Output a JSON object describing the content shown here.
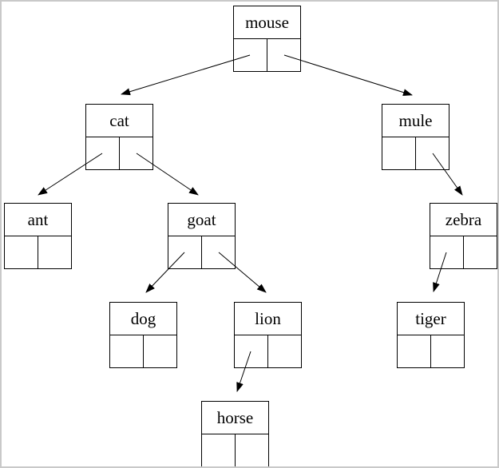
{
  "diagram": {
    "type": "binary-tree",
    "nodes": [
      {
        "id": "mouse",
        "label": "mouse"
      },
      {
        "id": "cat",
        "label": "cat"
      },
      {
        "id": "mule",
        "label": "mule"
      },
      {
        "id": "ant",
        "label": "ant"
      },
      {
        "id": "goat",
        "label": "goat"
      },
      {
        "id": "zebra",
        "label": "zebra"
      },
      {
        "id": "dog",
        "label": "dog"
      },
      {
        "id": "lion",
        "label": "lion"
      },
      {
        "id": "tiger",
        "label": "tiger"
      },
      {
        "id": "horse",
        "label": "horse"
      }
    ],
    "edges": [
      {
        "from": "mouse",
        "pointer": "left",
        "to": "cat"
      },
      {
        "from": "mouse",
        "pointer": "right",
        "to": "mule"
      },
      {
        "from": "cat",
        "pointer": "left",
        "to": "ant"
      },
      {
        "from": "cat",
        "pointer": "right",
        "to": "goat"
      },
      {
        "from": "mule",
        "pointer": "right",
        "to": "zebra"
      },
      {
        "from": "goat",
        "pointer": "left",
        "to": "dog"
      },
      {
        "from": "goat",
        "pointer": "right",
        "to": "lion"
      },
      {
        "from": "zebra",
        "pointer": "left",
        "to": "tiger"
      },
      {
        "from": "lion",
        "pointer": "left",
        "to": "horse"
      }
    ],
    "colors": {
      "stroke": "#000000",
      "background": "#ffffff",
      "frame_border": "#c9c9c9"
    }
  }
}
